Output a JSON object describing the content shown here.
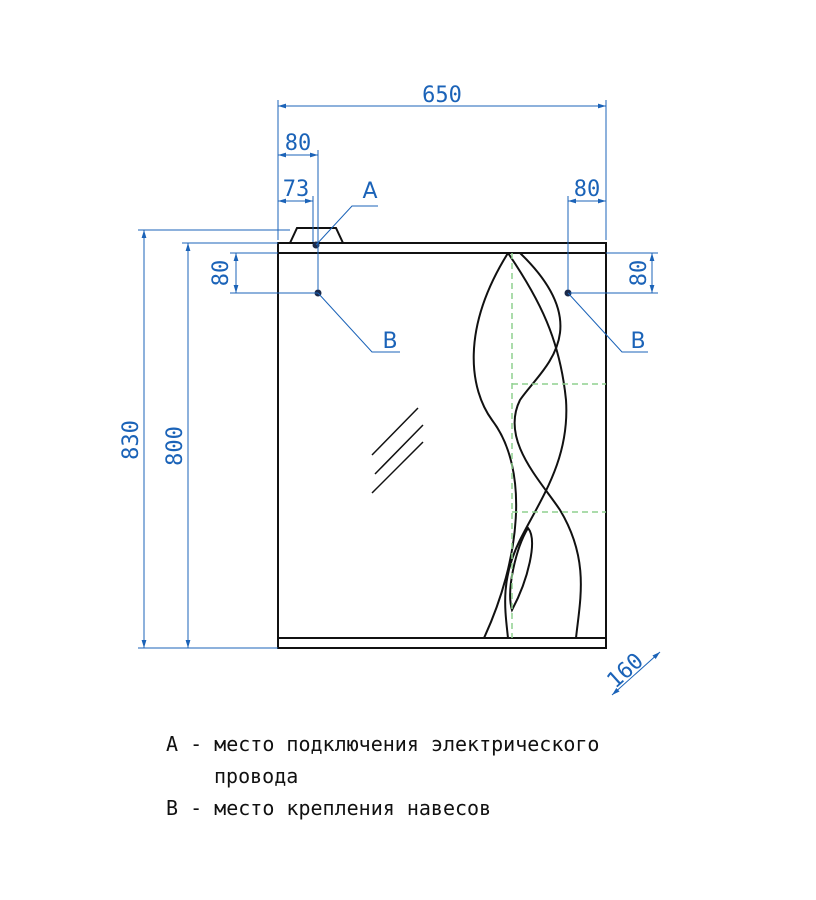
{
  "dimensions": {
    "total_width": "650",
    "left_offset_80": "80",
    "left_offset_73": "73",
    "right_offset_80": "80",
    "left_vertical_80": "80",
    "right_vertical_80": "80",
    "total_height": "830",
    "body_height": "800",
    "depth": "160"
  },
  "markers": {
    "a": "A",
    "b_left": "B",
    "b_right": "B"
  },
  "legend": {
    "a_line1": "A - место подключения электрического",
    "a_line2": "провода",
    "b_line": "B - место крепления навесов"
  },
  "colors": {
    "dimension": "#1b63b8",
    "outline": "#111111",
    "hidden_lines": "#8fd18f"
  }
}
